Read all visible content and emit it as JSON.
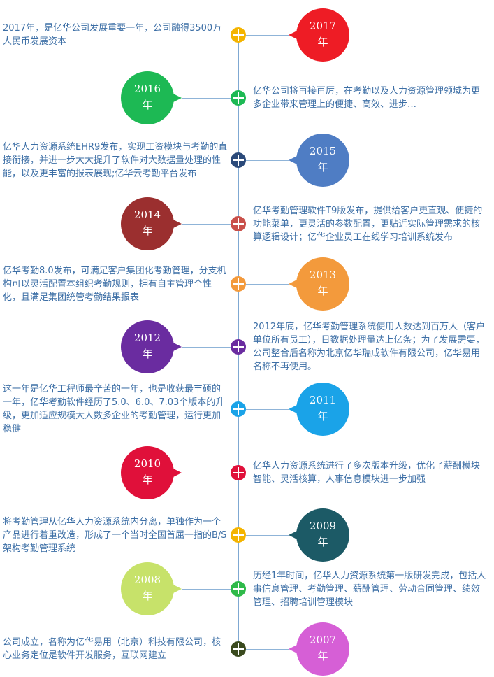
{
  "timeline": [
    {
      "side": "L",
      "year": "2017",
      "unit": "年",
      "color": "#ee1c25",
      "dot": "#f4b400",
      "text": "2017年，是亿华公司发展重要一年，公司融得3500万人民币发展资本"
    },
    {
      "side": "R",
      "year": "2016",
      "unit": "年",
      "color": "#1db954",
      "dot": "#1db954",
      "text": "亿华公司将再接再厉，在考勤以及人力资源管理领域为更多企业带来管理上的便捷、高效、进步…"
    },
    {
      "side": "L",
      "year": "2015",
      "unit": "年",
      "color": "#4f7dc4",
      "dot": "#2b4a7a",
      "text": "亿华人力资源系统EHR9发布，实现工资模块与考勤的直接衔接，并进一步大大提升了软件对大数据量处理的性能，以及更丰富的报表展现;亿华云考勤平台发布"
    },
    {
      "side": "R",
      "year": "2014",
      "unit": "年",
      "color": "#9b2f2f",
      "dot": "#c9504a",
      "text": "亿华考勤管理软件T9版发布，提供给客户更直观、便捷的功能菜单，更灵活的参数配置，更贴近实际管理需求的核算逻辑设计；亿华企业员工在线学习培训系统发布"
    },
    {
      "side": "L",
      "year": "2013",
      "unit": "年",
      "color": "#f39a3c",
      "dot": "#f39a3c",
      "text": "亿华考勤8.0发布，可满足客户集团化考勤管理，分支机构可以灵活配置本组织考勤规则，拥有自主管理个性化，且满足集团统管考勤结果报表"
    },
    {
      "side": "R",
      "year": "2012",
      "unit": "年",
      "color": "#6a2ca0",
      "dot": "#6a2ca0",
      "text": "2012年底，亿华考勤管理系统使用人数达到百万人（客户单位所有员工），日数据处理量达上亿条；为了发展需要，公司整合后名称为北京亿华瑞成软件有限公司，亿华易用名称不再使用。"
    },
    {
      "side": "L",
      "year": "2011",
      "unit": "年",
      "color": "#1aa3e8",
      "dot": "#1aa3e8",
      "text": "这一年是亿华工程师最辛苦的一年，也是收获最丰硕的一年，亿华考勤软件经历了5.0、6.0、7.03个版本的升级，更加适应规模大人数多企业的考勤管理，运行更加稳健"
    },
    {
      "side": "R",
      "year": "2010",
      "unit": "年",
      "color": "#e0103a",
      "dot": "#e0103a",
      "text": "亿华人力资源系统进行了多次版本升级，优化了薪酬模块智能、灵活核算，人事信息模块进一步加强"
    },
    {
      "side": "L",
      "year": "2009",
      "unit": "年",
      "color": "#1c5a66",
      "dot": "#f4b400",
      "text": "将考勤管理从亿华人力资源系统内分离，单独作为一个产品进行着重改造，形成了一个当时全国首屈一指的B/S架构考勤管理系统"
    },
    {
      "side": "R",
      "year": "2008",
      "unit": "年",
      "color": "#c7e26a",
      "dot": "#2fba4a",
      "text": "历经1年时间，亿华人力资源系统第一版研发完成，包括人事信息管理、考勤管理、薪酬管理、劳动合同管理、绩效管理、招聘培训管理模块"
    },
    {
      "side": "L",
      "year": "2007",
      "unit": "年",
      "color": "#d65fd6",
      "dot": "#3a4a1e",
      "text": "公司成立，名称为亿华易用（北京）科技有限公司，核心业务定位是软件开发服务，互联网建立"
    }
  ]
}
